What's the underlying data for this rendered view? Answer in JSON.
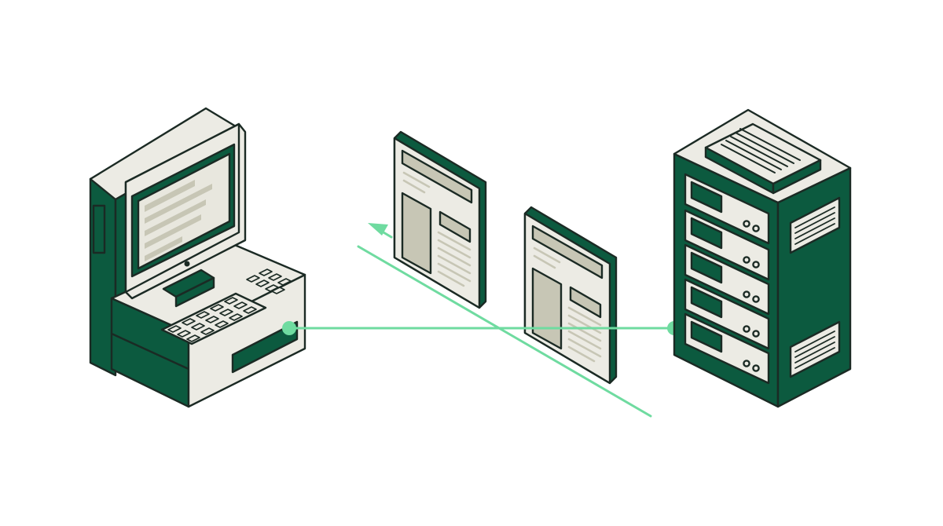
{
  "diagram": {
    "nodes": [
      {
        "id": "client",
        "kind": "desktop-computer",
        "icon": "desktop-computer-icon"
      },
      {
        "id": "document-a",
        "kind": "document",
        "icon": "document-icon"
      },
      {
        "id": "document-b",
        "kind": "document",
        "icon": "document-icon"
      },
      {
        "id": "server",
        "kind": "server-rack",
        "icon": "server-rack-icon"
      }
    ],
    "links": [
      {
        "from": "client",
        "to": "server",
        "style": "solid",
        "endpoints": "dots"
      },
      {
        "from": "server",
        "to": "client",
        "style": "solid",
        "arrow": "end"
      }
    ]
  },
  "colors": {
    "ink": "#1b2a24",
    "green": "#0c5a3f",
    "panel": "#ecebe4",
    "content": "#c7c6b5",
    "link": "#6fdba0"
  }
}
